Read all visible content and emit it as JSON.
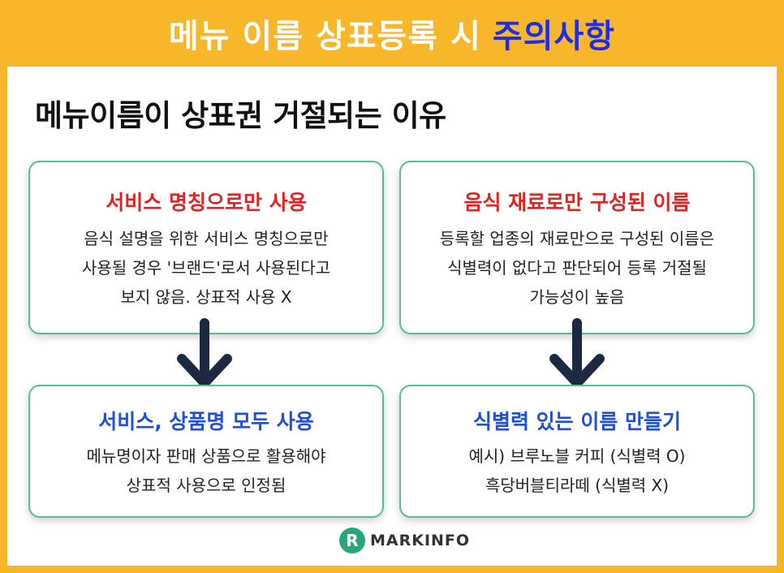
{
  "banner": {
    "title_main": "메뉴 이름 상표등록 시",
    "title_accent": "주의사항"
  },
  "heading": "메뉴이름이 상표권 거절되는 이유",
  "cards": {
    "top_left": {
      "title": "서비스 명칭으로만 사용",
      "lines": [
        "음식 설명을 위한 서비스 명칭으로만",
        "사용될 경우 '브랜드'로서 사용된다고",
        "보지 않음. 상표적 사용 X"
      ]
    },
    "top_right": {
      "title": "음식 재료로만 구성된 이름",
      "lines": [
        "등록할 업종의 재료만으로 구성된 이름은",
        "식별력이 없다고 판단되어 등록 거절될",
        "가능성이 높음"
      ]
    },
    "bottom_left": {
      "title": "서비스, 상품명 모두 사용",
      "lines": [
        "메뉴명이자 판매 상품으로 활용해야",
        "상표적 사용으로 인정됨"
      ]
    },
    "bottom_right": {
      "title": "식별력 있는 이름 만들기",
      "lines": [
        "예시) 브루노블 커피 (식별력 O)",
        "흑당버블티라떼 (식별력 X)"
      ]
    }
  },
  "logo": {
    "mark": "R",
    "text": "MARKINFO"
  },
  "colors": {
    "banner": "#f8b62a",
    "accent_blue": "#1e2ee8",
    "red": "#e8201f",
    "card_border": "#56c18e",
    "arrow": "#1c2940"
  },
  "icons": {
    "arrow": "arrow-down-icon",
    "logo": "magnifier-r-logo-icon"
  }
}
